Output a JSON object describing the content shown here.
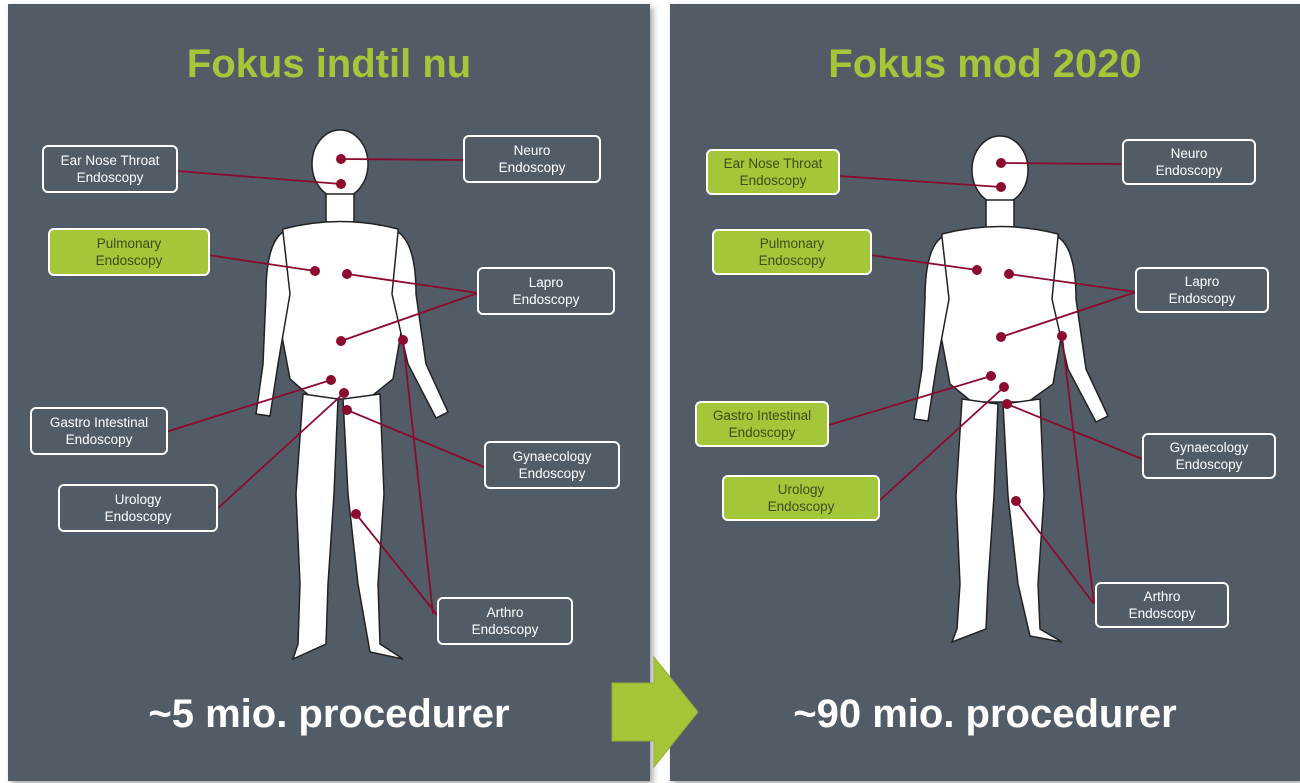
{
  "left": {
    "title": "Fokus indtil nu",
    "footer": "~5 mio. procedurer",
    "labels": {
      "ent": {
        "line1": "Ear Nose Throat",
        "line2": "Endoscopy",
        "highlighted": false
      },
      "neuro": {
        "line1": "Neuro",
        "line2": "Endoscopy",
        "highlighted": false
      },
      "pulm": {
        "line1": "Pulmonary",
        "line2": "Endoscopy",
        "highlighted": true
      },
      "lapro": {
        "line1": "Lapro",
        "line2": "Endoscopy",
        "highlighted": false
      },
      "gastro": {
        "line1": "Gastro Intestinal",
        "line2": "Endoscopy",
        "highlighted": false
      },
      "gyn": {
        "line1": "Gynaecology",
        "line2": "Endoscopy",
        "highlighted": false
      },
      "uro": {
        "line1": "Urology",
        "line2": "Endoscopy",
        "highlighted": false
      },
      "arthro": {
        "line1": "Arthro",
        "line2": "Endoscopy",
        "highlighted": false
      }
    }
  },
  "right": {
    "title": "Fokus mod 2020",
    "footer": "~90 mio. procedurer",
    "labels": {
      "ent": {
        "line1": "Ear Nose Throat",
        "line2": "Endoscopy",
        "highlighted": true
      },
      "neuro": {
        "line1": "Neuro",
        "line2": "Endoscopy",
        "highlighted": false
      },
      "pulm": {
        "line1": "Pulmonary",
        "line2": "Endoscopy",
        "highlighted": true
      },
      "lapro": {
        "line1": "Lapro",
        "line2": "Endoscopy",
        "highlighted": false
      },
      "gastro": {
        "line1": "Gastro Intestinal",
        "line2": "Endoscopy",
        "highlighted": true
      },
      "gyn": {
        "line1": "Gynaecology",
        "line2": "Endoscopy",
        "highlighted": false
      },
      "uro": {
        "line1": "Urology",
        "line2": "Endoscopy",
        "highlighted": true
      },
      "arthro": {
        "line1": "Arthro",
        "line2": "Endoscopy",
        "highlighted": false
      }
    }
  },
  "colors": {
    "panel": "#525c66",
    "accent_green": "#a4c639",
    "marker": "#8b0a2e",
    "arrow": "#a4c639"
  },
  "icons": {
    "body": "human-body-anatomy-icon",
    "arrow": "right-arrow-icon"
  }
}
